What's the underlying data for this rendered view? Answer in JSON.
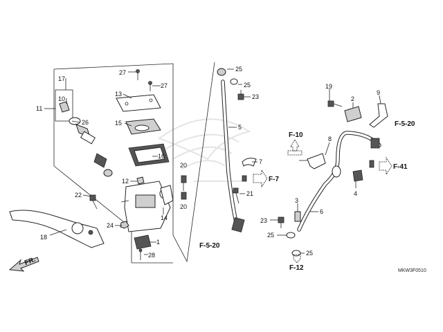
{
  "diagram_code": "MKW3F0510",
  "front_label": "FR.",
  "labels": {
    "l1": "1",
    "l2": "2",
    "l3": "3",
    "l4": "4",
    "l5": "5",
    "l6": "6",
    "l7": "7",
    "l8": "8",
    "l9": "9",
    "l10": "10",
    "l11": "11",
    "l12": "12",
    "l13": "13",
    "l14": "14",
    "l15": "15",
    "l16": "16",
    "l17": "17",
    "l18": "18",
    "l19": "19",
    "l20a": "20",
    "l20b": "20",
    "l21": "21",
    "l22": "22",
    "l23a": "23",
    "l23b": "23",
    "l24": "24",
    "l25a": "25",
    "l25b": "25",
    "l25c": "25",
    "l25d": "25",
    "l26": "26",
    "l27a": "27",
    "l27b": "27",
    "l28": "28"
  },
  "refs": {
    "f520a": "F-5-20",
    "f520b": "F-5-20",
    "f7": "F-7",
    "f10": "F-10",
    "f41": "F-41",
    "f12": "F-12"
  },
  "colors": {
    "line": "#222222",
    "watermark": "#e4e4e4",
    "part_fill": "#cfcfcf"
  }
}
